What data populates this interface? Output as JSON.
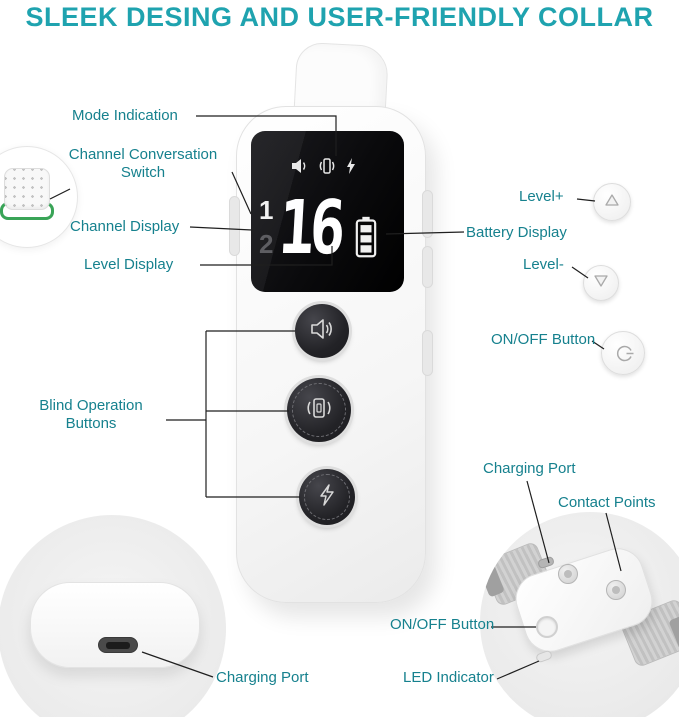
{
  "title": "SLEEK DESING AND USER-FRIENDLY COLLAR",
  "remote": {
    "screen": {
      "channel1": "1",
      "channel2": "2",
      "level": "16"
    }
  },
  "callouts": {
    "mode_indication": "Mode Indication",
    "channel_conversation_switch": "Channel Conversation Switch",
    "channel_display": "Channel Display",
    "level_display": "Level Display",
    "blind_operation_buttons": "Blind Operation Buttons",
    "level_plus": "Level+",
    "battery_display": "Battery Display",
    "level_minus": "Level-",
    "on_off_button": "ON/OFF Button",
    "charging_port": "Charging Port",
    "collar_charging_port": "Charging Port",
    "contact_points": "Contact Points",
    "collar_on_off_button": "ON/OFF Button",
    "led_indicator": "LED Indicator"
  },
  "icons": {
    "speaker-icon": "speaker with sound wave",
    "vibrate-icon": "phone with vibration arcs",
    "shock-icon": "lightning bolt",
    "battery-icon": "vertical battery with 3 bars",
    "level-up-icon": "triangle up",
    "level-down-icon": "triangle down",
    "power-icon": "power symbol"
  },
  "colors": {
    "accent": "#1fa3af",
    "label": "#16818e",
    "line": "#1f1f1f",
    "screen": "#0a0a0c",
    "green": "#39a457"
  }
}
